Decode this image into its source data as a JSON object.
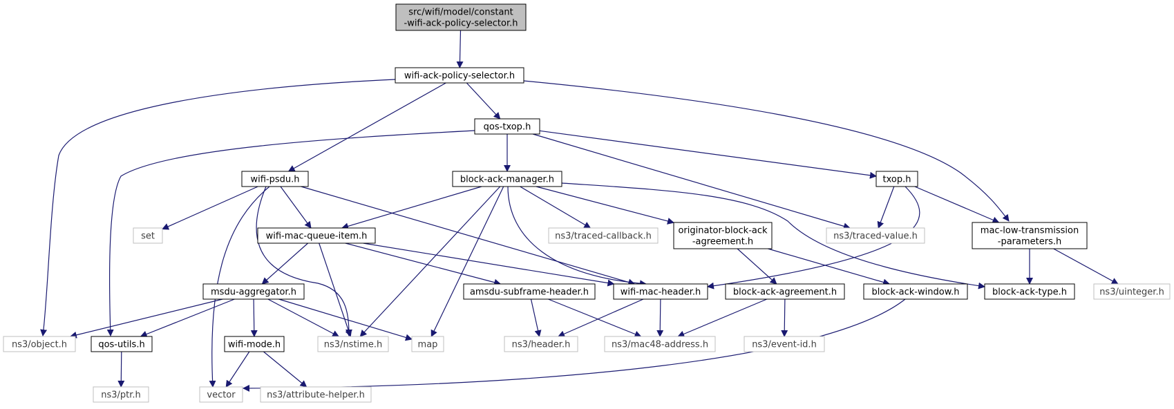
{
  "colors": {
    "edge": "#191970",
    "root_fill": "#bfbfbf",
    "node_border": "#000000",
    "external_border": "#bfbfbf",
    "external_text": "#3f3f3f",
    "text": "#000000"
  },
  "nodes": [
    {
      "id": "root",
      "kind": "root",
      "lines": [
        "src/wifi/model/constant",
        "-wifi-ack-policy-selector.h"
      ]
    },
    {
      "id": "wifi-ack-policy-selector",
      "kind": "local",
      "lines": [
        "wifi-ack-policy-selector.h"
      ]
    },
    {
      "id": "qos-txop",
      "kind": "local",
      "lines": [
        "qos-txop.h"
      ]
    },
    {
      "id": "wifi-psdu",
      "kind": "local",
      "lines": [
        "wifi-psdu.h"
      ]
    },
    {
      "id": "block-ack-manager",
      "kind": "local",
      "lines": [
        "block-ack-manager.h"
      ]
    },
    {
      "id": "txop",
      "kind": "local",
      "lines": [
        "txop.h"
      ]
    },
    {
      "id": "set",
      "kind": "external",
      "lines": [
        "set"
      ]
    },
    {
      "id": "wifi-mac-queue-item",
      "kind": "local",
      "lines": [
        "wifi-mac-queue-item.h"
      ]
    },
    {
      "id": "ns3-traced-callback",
      "kind": "external",
      "lines": [
        "ns3/traced-callback.h"
      ]
    },
    {
      "id": "originator-block-ack-agreement",
      "kind": "local",
      "lines": [
        "originator-block-ack",
        "-agreement.h"
      ]
    },
    {
      "id": "ns3-traced-value",
      "kind": "external",
      "lines": [
        "ns3/traced-value.h"
      ]
    },
    {
      "id": "mac-low-transmission-parameters",
      "kind": "local",
      "lines": [
        "mac-low-transmission",
        "-parameters.h"
      ]
    },
    {
      "id": "msdu-aggregator",
      "kind": "local",
      "lines": [
        "msdu-aggregator.h"
      ]
    },
    {
      "id": "amsdu-subframe-header",
      "kind": "local",
      "lines": [
        "amsdu-subframe-header.h"
      ]
    },
    {
      "id": "wifi-mac-header",
      "kind": "local",
      "lines": [
        "wifi-mac-header.h"
      ]
    },
    {
      "id": "block-ack-agreement",
      "kind": "local",
      "lines": [
        "block-ack-agreement.h"
      ]
    },
    {
      "id": "block-ack-window",
      "kind": "local",
      "lines": [
        "block-ack-window.h"
      ]
    },
    {
      "id": "block-ack-type",
      "kind": "local",
      "lines": [
        "block-ack-type.h"
      ]
    },
    {
      "id": "ns3-uinteger",
      "kind": "external",
      "lines": [
        "ns3/uinteger.h"
      ]
    },
    {
      "id": "ns3-object",
      "kind": "external",
      "lines": [
        "ns3/object.h"
      ]
    },
    {
      "id": "qos-utils",
      "kind": "local",
      "lines": [
        "qos-utils.h"
      ]
    },
    {
      "id": "wifi-mode",
      "kind": "local",
      "lines": [
        "wifi-mode.h"
      ]
    },
    {
      "id": "ns3-nstime",
      "kind": "external",
      "lines": [
        "ns3/nstime.h"
      ]
    },
    {
      "id": "map",
      "kind": "external",
      "lines": [
        "map"
      ]
    },
    {
      "id": "ns3-header",
      "kind": "external",
      "lines": [
        "ns3/header.h"
      ]
    },
    {
      "id": "ns3-mac48-address",
      "kind": "external",
      "lines": [
        "ns3/mac48-address.h"
      ]
    },
    {
      "id": "ns3-event-id",
      "kind": "external",
      "lines": [
        "ns3/event-id.h"
      ]
    },
    {
      "id": "ns3-ptr",
      "kind": "external",
      "lines": [
        "ns3/ptr.h"
      ]
    },
    {
      "id": "vector",
      "kind": "external",
      "lines": [
        "vector"
      ]
    },
    {
      "id": "ns3-attribute-helper",
      "kind": "external",
      "lines": [
        "ns3/attribute-helper.h"
      ]
    }
  ],
  "edges": [
    {
      "from": "root",
      "to": "wifi-ack-policy-selector"
    },
    {
      "from": "wifi-ack-policy-selector",
      "to": "ns3-object"
    },
    {
      "from": "wifi-ack-policy-selector",
      "to": "wifi-psdu"
    },
    {
      "from": "wifi-ack-policy-selector",
      "to": "qos-txop"
    },
    {
      "from": "wifi-ack-policy-selector",
      "to": "mac-low-transmission-parameters"
    },
    {
      "from": "qos-txop",
      "to": "qos-utils"
    },
    {
      "from": "qos-txop",
      "to": "block-ack-manager"
    },
    {
      "from": "qos-txop",
      "to": "txop"
    },
    {
      "from": "qos-txop",
      "to": "ns3-traced-value"
    },
    {
      "from": "wifi-psdu",
      "to": "set"
    },
    {
      "from": "wifi-psdu",
      "to": "vector"
    },
    {
      "from": "wifi-psdu",
      "to": "ns3-nstime"
    },
    {
      "from": "wifi-psdu",
      "to": "wifi-mac-queue-item"
    },
    {
      "from": "wifi-psdu",
      "to": "wifi-mac-header"
    },
    {
      "from": "block-ack-manager",
      "to": "wifi-mac-queue-item"
    },
    {
      "from": "block-ack-manager",
      "to": "ns3-nstime"
    },
    {
      "from": "block-ack-manager",
      "to": "map"
    },
    {
      "from": "block-ack-manager",
      "to": "wifi-mac-header"
    },
    {
      "from": "block-ack-manager",
      "to": "ns3-traced-callback"
    },
    {
      "from": "block-ack-manager",
      "to": "originator-block-ack-agreement"
    },
    {
      "from": "block-ack-manager",
      "to": "block-ack-type"
    },
    {
      "from": "txop",
      "to": "ns3-traced-value"
    },
    {
      "from": "txop",
      "to": "mac-low-transmission-parameters"
    },
    {
      "from": "txop",
      "to": "wifi-mac-header"
    },
    {
      "from": "wifi-mac-queue-item",
      "to": "msdu-aggregator"
    },
    {
      "from": "wifi-mac-queue-item",
      "to": "ns3-nstime"
    },
    {
      "from": "wifi-mac-queue-item",
      "to": "amsdu-subframe-header"
    },
    {
      "from": "wifi-mac-queue-item",
      "to": "wifi-mac-header"
    },
    {
      "from": "originator-block-ack-agreement",
      "to": "block-ack-agreement"
    },
    {
      "from": "originator-block-ack-agreement",
      "to": "block-ack-window"
    },
    {
      "from": "mac-low-transmission-parameters",
      "to": "block-ack-type"
    },
    {
      "from": "mac-low-transmission-parameters",
      "to": "ns3-uinteger"
    },
    {
      "from": "msdu-aggregator",
      "to": "ns3-object"
    },
    {
      "from": "msdu-aggregator",
      "to": "qos-utils"
    },
    {
      "from": "msdu-aggregator",
      "to": "wifi-mode"
    },
    {
      "from": "msdu-aggregator",
      "to": "ns3-nstime"
    },
    {
      "from": "msdu-aggregator",
      "to": "map"
    },
    {
      "from": "amsdu-subframe-header",
      "to": "ns3-header"
    },
    {
      "from": "amsdu-subframe-header",
      "to": "ns3-mac48-address"
    },
    {
      "from": "wifi-mac-header",
      "to": "ns3-header"
    },
    {
      "from": "wifi-mac-header",
      "to": "ns3-mac48-address"
    },
    {
      "from": "block-ack-agreement",
      "to": "ns3-mac48-address"
    },
    {
      "from": "block-ack-agreement",
      "to": "ns3-event-id"
    },
    {
      "from": "block-ack-window",
      "to": "vector"
    },
    {
      "from": "qos-utils",
      "to": "ns3-ptr"
    },
    {
      "from": "wifi-mode",
      "to": "vector"
    },
    {
      "from": "wifi-mode",
      "to": "ns3-attribute-helper"
    }
  ]
}
